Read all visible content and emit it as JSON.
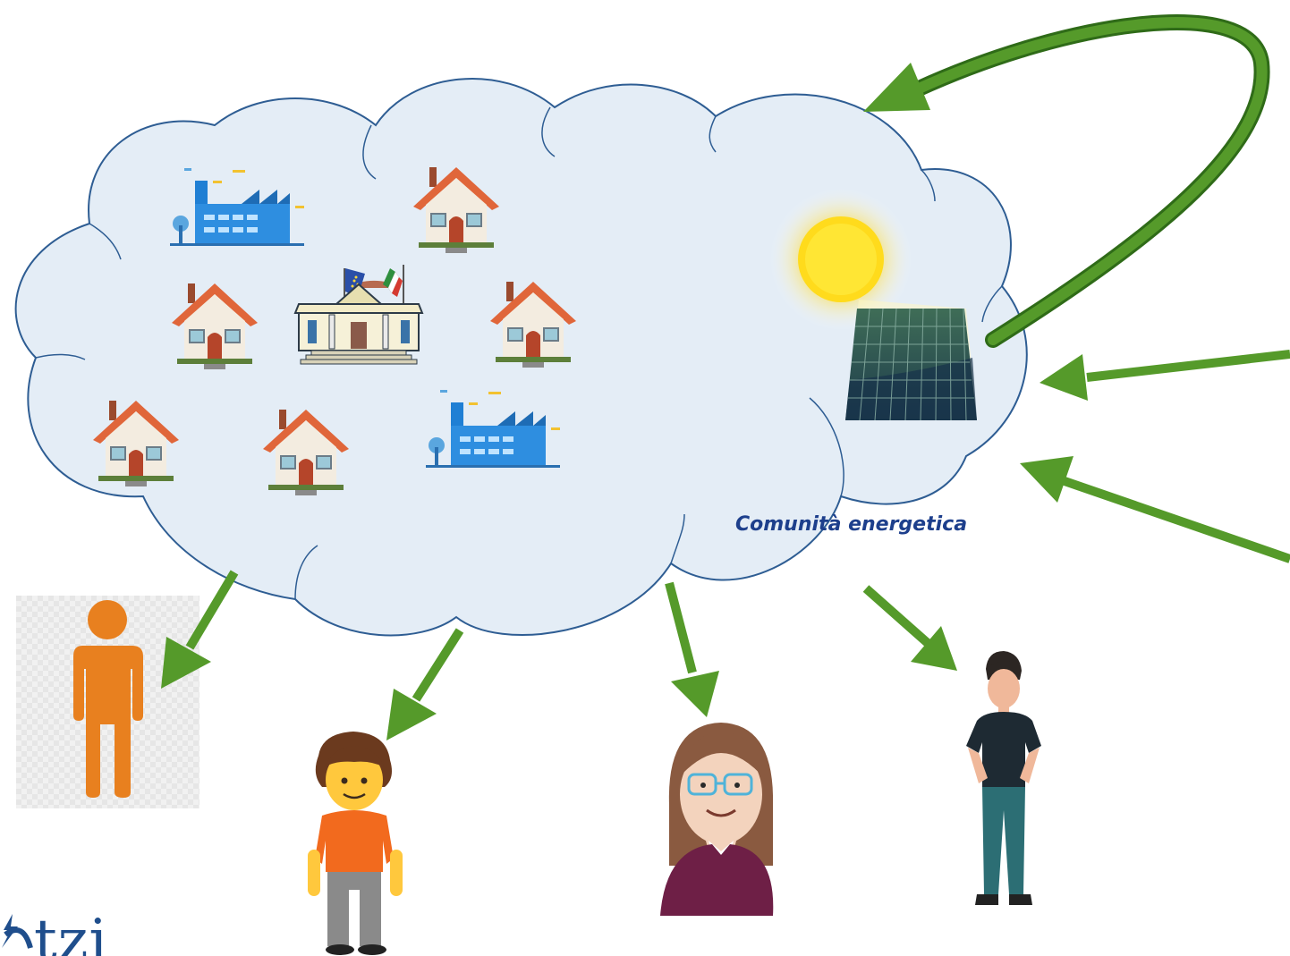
{
  "community": {
    "label": "Comunità energetica",
    "label_color": "#1d3f8c",
    "cloud_fill": "#e4edf6",
    "cloud_stroke": "#2e5d93"
  },
  "arrows": {
    "color": "#559a2a"
  },
  "members": [
    "orange-person-silhouette",
    "curly-hair-person",
    "woman-with-glasses",
    "young-man-standing"
  ],
  "logo": {
    "text": "tzi",
    "color": "#1f4e8c"
  }
}
